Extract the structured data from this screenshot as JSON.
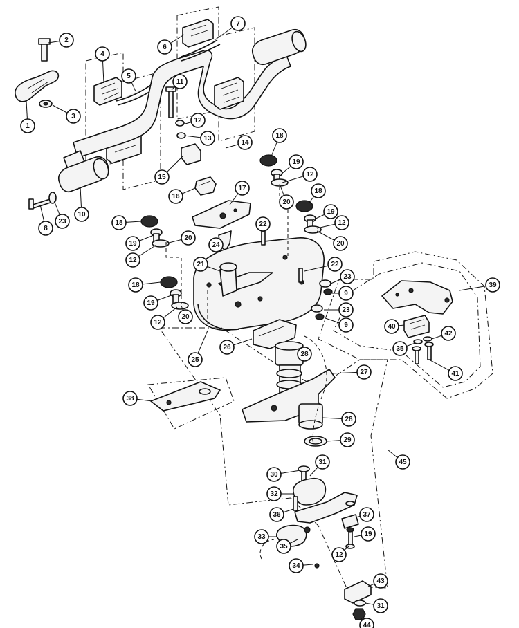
{
  "callouts": [
    {
      "label": "1"
    },
    {
      "label": "2"
    },
    {
      "label": "3"
    },
    {
      "label": "4"
    },
    {
      "label": "5"
    },
    {
      "label": "6"
    },
    {
      "label": "7"
    },
    {
      "label": "8"
    },
    {
      "label": "23"
    },
    {
      "label": "10"
    },
    {
      "label": "11"
    },
    {
      "label": "12"
    },
    {
      "label": "13"
    },
    {
      "label": "14"
    },
    {
      "label": "15"
    },
    {
      "label": "16"
    },
    {
      "label": "17"
    },
    {
      "label": "18"
    },
    {
      "label": "19"
    },
    {
      "label": "12"
    },
    {
      "label": "20"
    },
    {
      "label": "18"
    },
    {
      "label": "19"
    },
    {
      "label": "12"
    },
    {
      "label": "20"
    },
    {
      "label": "18"
    },
    {
      "label": "19"
    },
    {
      "label": "12"
    },
    {
      "label": "20"
    },
    {
      "label": "22"
    },
    {
      "label": "24"
    },
    {
      "label": "21"
    },
    {
      "label": "18"
    },
    {
      "label": "19"
    },
    {
      "label": "12"
    },
    {
      "label": "20"
    },
    {
      "label": "22"
    },
    {
      "label": "23"
    },
    {
      "label": "9"
    },
    {
      "label": "23"
    },
    {
      "label": "9"
    },
    {
      "label": "39"
    },
    {
      "label": "40"
    },
    {
      "label": "42"
    },
    {
      "label": "35"
    },
    {
      "label": "41"
    },
    {
      "label": "26"
    },
    {
      "label": "25"
    },
    {
      "label": "28"
    },
    {
      "label": "27"
    },
    {
      "label": "38"
    },
    {
      "label": "28"
    },
    {
      "label": "29"
    },
    {
      "label": "45"
    },
    {
      "label": "30"
    },
    {
      "label": "31"
    },
    {
      "label": "32"
    },
    {
      "label": "36"
    },
    {
      "label": "37"
    },
    {
      "label": "33"
    },
    {
      "label": "35"
    },
    {
      "label": "12"
    },
    {
      "label": "19"
    },
    {
      "label": "34"
    },
    {
      "label": "43"
    },
    {
      "label": "31"
    },
    {
      "label": "44"
    }
  ]
}
